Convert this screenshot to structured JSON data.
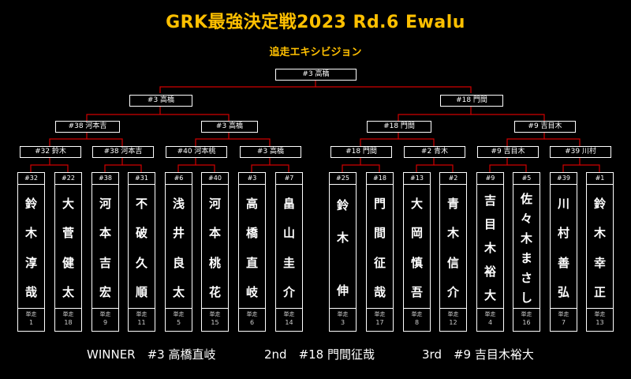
{
  "title": "GRK最強決定戦2023 Rd.6 Ewalu",
  "subtitle": "追走エキシビジョン",
  "bracket": {
    "final": "#3 高橋",
    "semis": [
      "#3 高橋",
      "#18 門間"
    ],
    "quarters": [
      "#38 河本吉",
      "#3 高橋",
      "#18 門間",
      "#9 吉目木"
    ],
    "round16": [
      "#32 鈴木",
      "#38 河本吉",
      "#40 河本桃",
      "#3 高橋",
      "#18 門間",
      "#2 青木",
      "#9 吉目木",
      "#39 川村"
    ]
  },
  "entrants": [
    {
      "num": "#32",
      "chars": [
        "鈴",
        "木",
        "淳",
        "哉"
      ],
      "label": "単走",
      "pos": "1"
    },
    {
      "num": "#22",
      "chars": [
        "大",
        "菅",
        "健",
        "太"
      ],
      "label": "単走",
      "pos": "18"
    },
    {
      "num": "#38",
      "chars": [
        "河",
        "本",
        "吉",
        "宏"
      ],
      "label": "単走",
      "pos": "9"
    },
    {
      "num": "#31",
      "chars": [
        "不",
        "破",
        "久",
        "順"
      ],
      "label": "単走",
      "pos": "11"
    },
    {
      "num": "#6",
      "chars": [
        "浅",
        "井",
        "良",
        "太"
      ],
      "label": "単走",
      "pos": "5"
    },
    {
      "num": "#40",
      "chars": [
        "河",
        "本",
        "桃",
        "花"
      ],
      "label": "単走",
      "pos": "15"
    },
    {
      "num": "#3",
      "chars": [
        "高",
        "橋",
        "直",
        "岐"
      ],
      "label": "単走",
      "pos": "6"
    },
    {
      "num": "#7",
      "chars": [
        "畠",
        "山",
        "圭",
        "介"
      ],
      "label": "単走",
      "pos": "14"
    },
    {
      "num": "#25",
      "chars": [
        "鈴",
        "木",
        "",
        "伸"
      ],
      "label": "単走",
      "pos": "3"
    },
    {
      "num": "#18",
      "chars": [
        "門",
        "間",
        "征",
        "哉"
      ],
      "label": "単走",
      "pos": "17"
    },
    {
      "num": "#13",
      "chars": [
        "大",
        "岡",
        "慎",
        "吾"
      ],
      "label": "単走",
      "pos": "8"
    },
    {
      "num": "#2",
      "chars": [
        "青",
        "木",
        "信",
        "介"
      ],
      "label": "単走",
      "pos": "12"
    },
    {
      "num": "#9",
      "chars": [
        "吉",
        "目",
        "木",
        "裕",
        "大"
      ],
      "label": "単走",
      "pos": "4"
    },
    {
      "num": "#5",
      "chars": [
        "佐",
        "々",
        "木",
        "ま",
        "さ",
        "し"
      ],
      "label": "単走",
      "pos": "16"
    },
    {
      "num": "#39",
      "chars": [
        "川",
        "村",
        "善",
        "弘"
      ],
      "label": "単走",
      "pos": "7"
    },
    {
      "num": "#1",
      "chars": [
        "鈴",
        "木",
        "幸",
        "正"
      ],
      "label": "単走",
      "pos": "13"
    }
  ],
  "results": {
    "winner": "WINNER　#3 高橋直岐",
    "second": "2nd　#18 門間征哉",
    "third": "3rd　#9 吉目木裕大"
  },
  "colors": {
    "background": "#000000",
    "title": "#ffc000",
    "line_win": "#d00000",
    "line": "#ffffff"
  }
}
